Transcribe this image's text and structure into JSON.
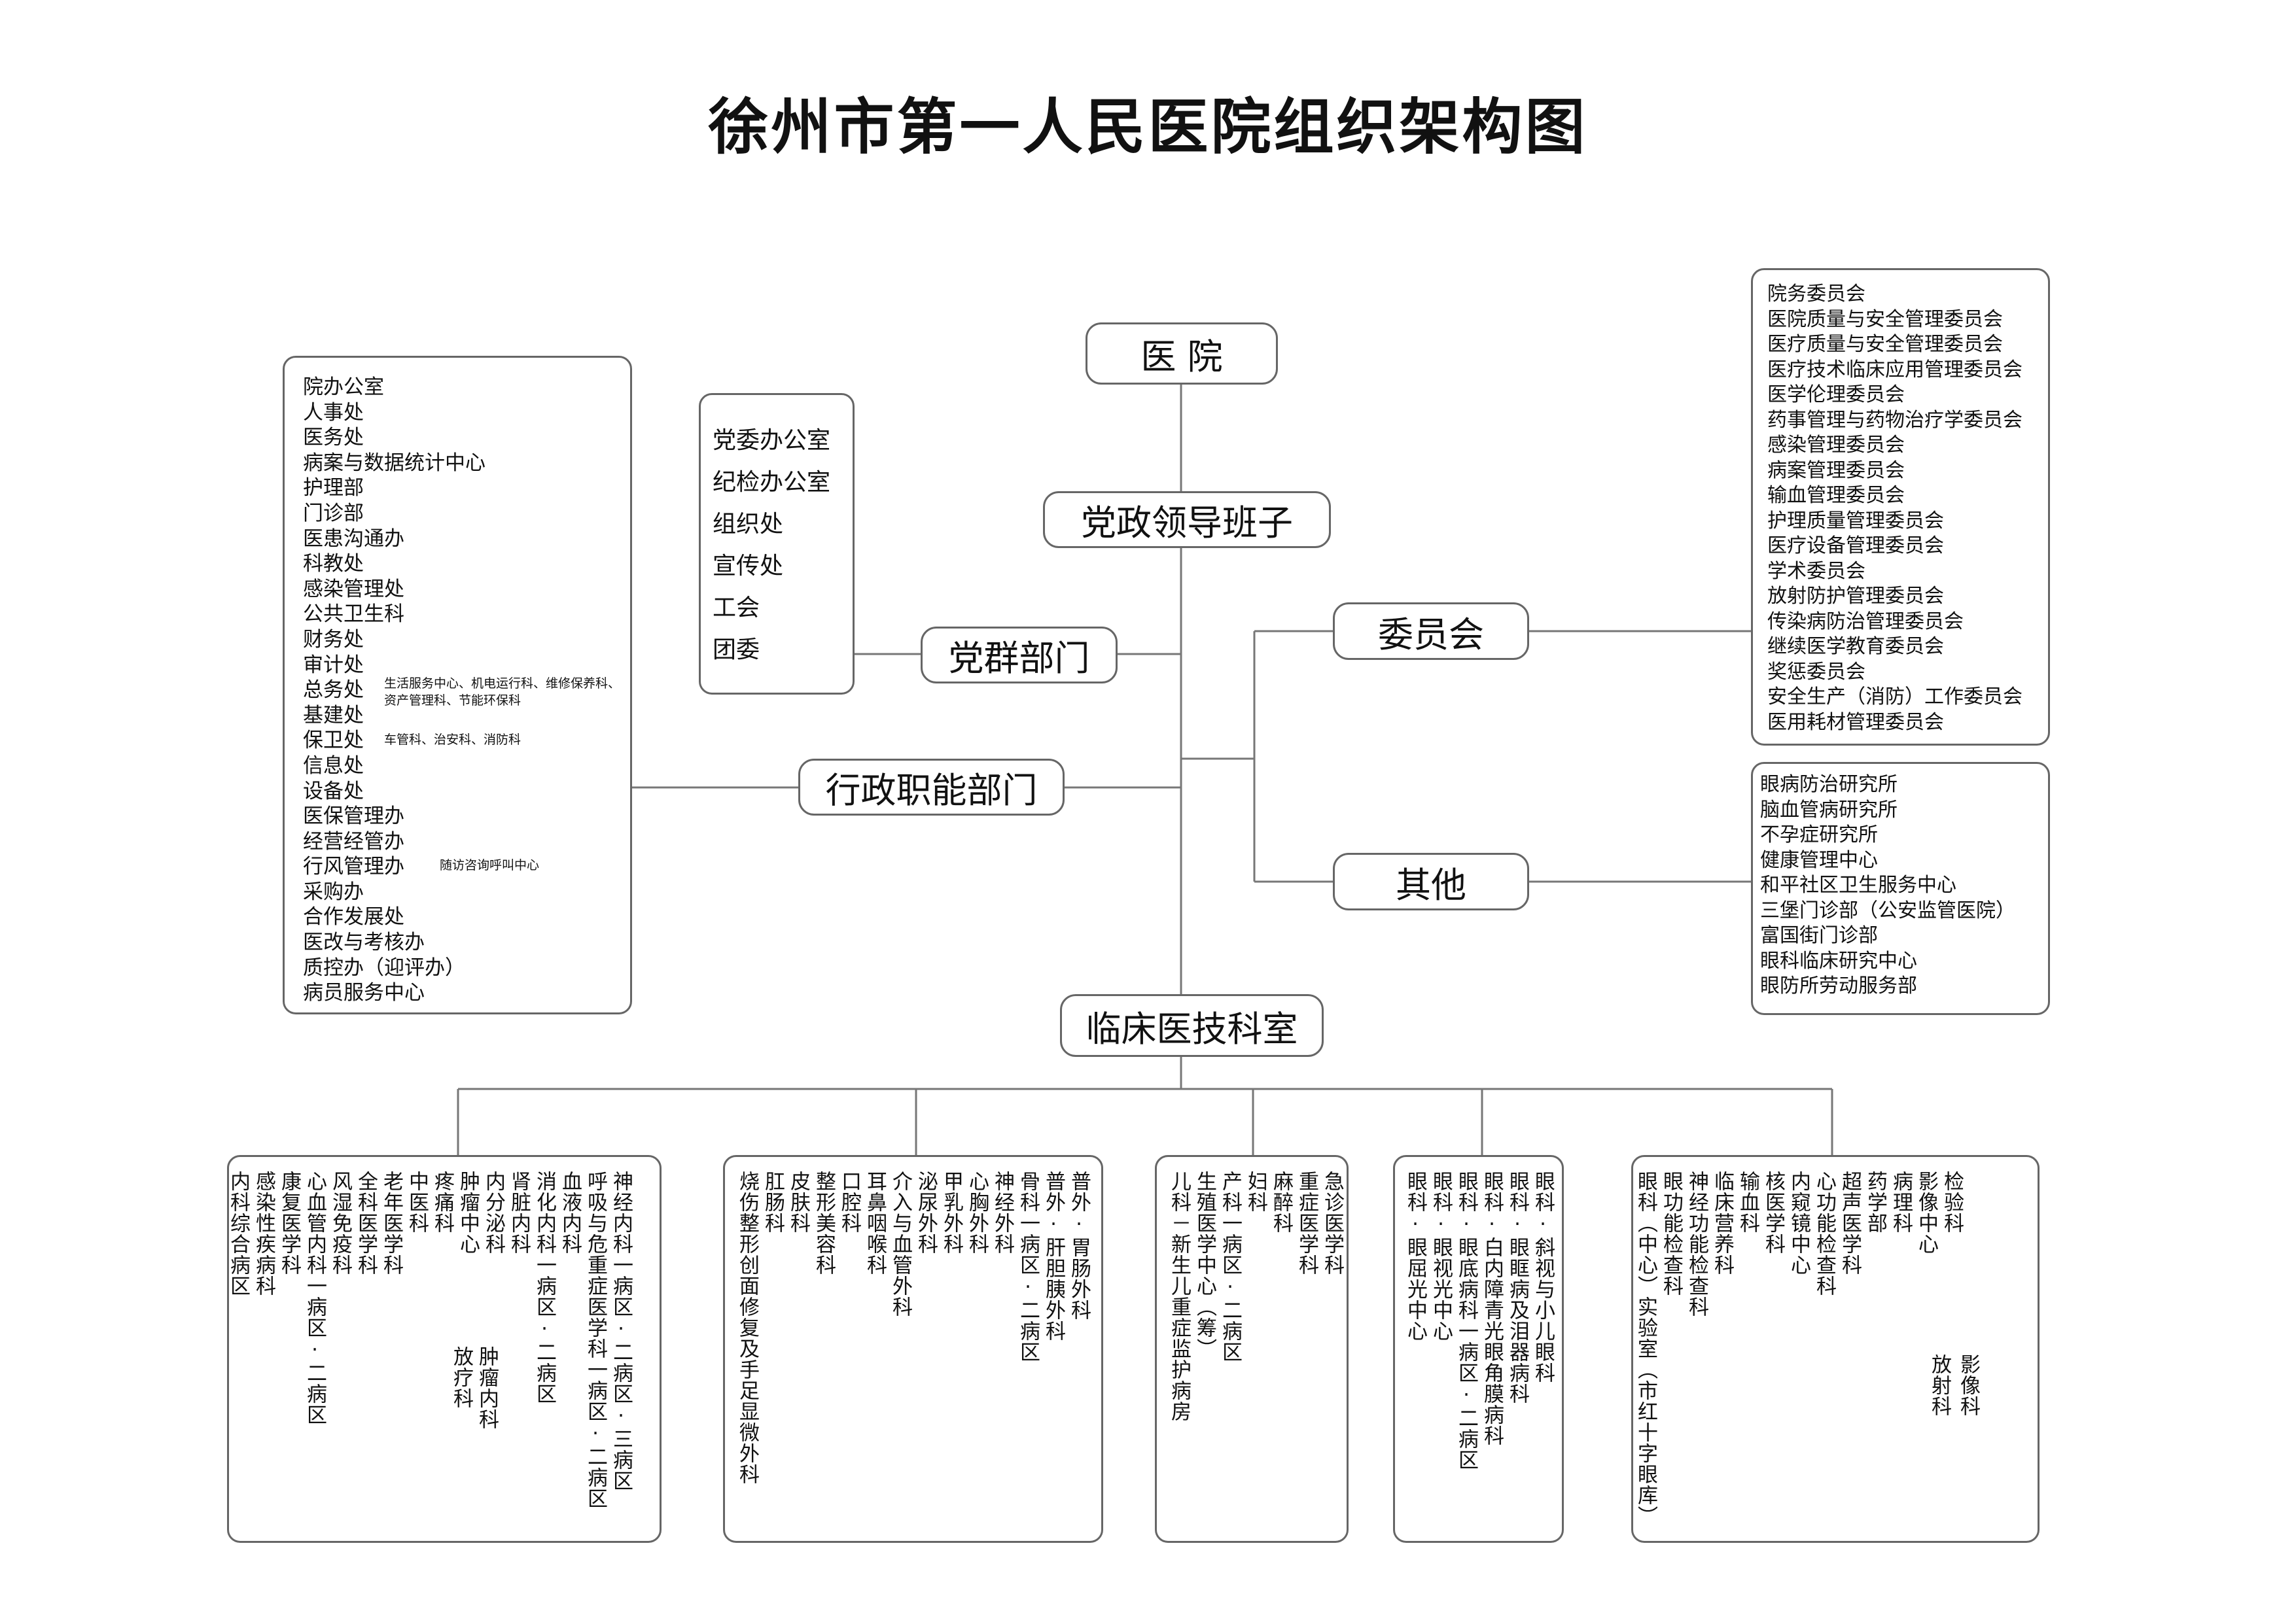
{
  "title": "徐州市第一人民医院组织架构图",
  "nodes": {
    "hospital": "医 院",
    "leadership": "党政领导班子",
    "party": "党群部门",
    "admin": "行政职能部门",
    "committee": "委员会",
    "other": "其他",
    "clinical": "临床医技科室"
  },
  "party_depts": [
    "党委办公室",
    "纪检办公室",
    "组织处",
    "宣传处",
    "工会",
    "团委"
  ],
  "admin_depts": [
    "院办公室",
    "人事处",
    "医务处",
    "病案与数据统计中心",
    "护理部",
    "门诊部",
    "医患沟通办",
    "科教处",
    "感染管理处",
    "公共卫生科",
    "财务处",
    "审计处",
    "总务处",
    "基建处",
    "保卫处",
    "信息处",
    "设备处",
    "医保管理办",
    "经营经管办",
    "行风管理办",
    "采购办",
    "合作发展处",
    "医改与考核办",
    "质控办（迎评办）",
    "病员服务中心"
  ],
  "admin_subs": {
    "general_1": "生活服务中心、机电运行科、维修保养科、",
    "general_2": "资产管理科、节能环保科",
    "security": "车管科、治安科、消防科",
    "conduct": "随访咨询呼叫中心"
  },
  "committees": [
    "院务委员会",
    "医院质量与安全管理委员会",
    "医疗质量与安全管理委员会",
    "医疗技术临床应用管理委员会",
    "医学伦理委员会",
    "药事管理与药物治疗学委员会",
    "感染管理委员会",
    "病案管理委员会",
    "输血管理委员会",
    "护理质量管理委员会",
    "医疗设备管理委员会",
    "学术委员会",
    "放射防护管理委员会",
    "传染病防治管理委员会",
    "继续医学教育委员会",
    "奖惩委员会",
    "安全生产（消防）工作委员会",
    "医用耗材管理委员会"
  ],
  "others": [
    "眼病防治研究所",
    "脑血管病研究所",
    "不孕症研究所",
    "健康管理中心",
    "和平社区卫生服务中心",
    "三堡门诊部（公安监管医院）",
    "富国街门诊部",
    "眼科临床研究中心",
    "眼防所劳动服务部"
  ],
  "clinical_groups": [
    {
      "columns": [
        "神经内科一病区·二病区·三病区",
        "呼吸与危重症医学科一病区·二病区",
        "血液内科",
        "消化内科一病区·二病区",
        "肾脏内科",
        "内分泌科",
        "肿瘤中心",
        "疼痛科",
        "中医科",
        "老年医学科",
        "全科医学科",
        "风湿免疫科",
        "心血管内科一病区·二病区",
        "康复医学科",
        "感染性疾病科",
        "内科综合病区"
      ],
      "subs": [
        "肿瘤内科",
        "放疗科"
      ]
    },
    {
      "columns": [
        "普外·胃肠外科",
        "普外·肝胆胰外科",
        "骨科一病区·二病区",
        "神经外科",
        "心胸外科",
        "甲乳外科",
        "泌尿外科",
        "介入与血管外科",
        "耳鼻咽喉科",
        "口腔科",
        "整形美容科",
        "皮肤科",
        "肛肠科",
        "烧伤整形创面修复及手足显微外科"
      ],
      "subs": []
    },
    {
      "columns": [
        "急诊医学科",
        "重症医学科",
        "麻醉科",
        "妇科",
        "产科一病区·二病区",
        "生殖医学中心（筹）",
        "儿科－新生儿重症监护病房"
      ],
      "subs": []
    },
    {
      "columns": [
        "眼科·斜视与小儿眼科",
        "眼科·眼眶病及泪器病科",
        "眼科·白内障青光眼角膜病科",
        "眼科·眼底病科一病区·二病区",
        "眼科·眼视光中心",
        "眼科·眼屈光中心"
      ],
      "subs": []
    },
    {
      "columns": [
        "检验科",
        "影像中心",
        "病理科",
        "药学部",
        "超声医学科",
        "心功能检查科",
        "内窥镜中心",
        "核医学科",
        "输血科",
        "临床营养科",
        "神经功能检查科",
        "眼功能检查科",
        "眼科（中心）实验室（市红十字眼库）"
      ],
      "subs": [
        "影像科",
        "放射科"
      ]
    }
  ]
}
